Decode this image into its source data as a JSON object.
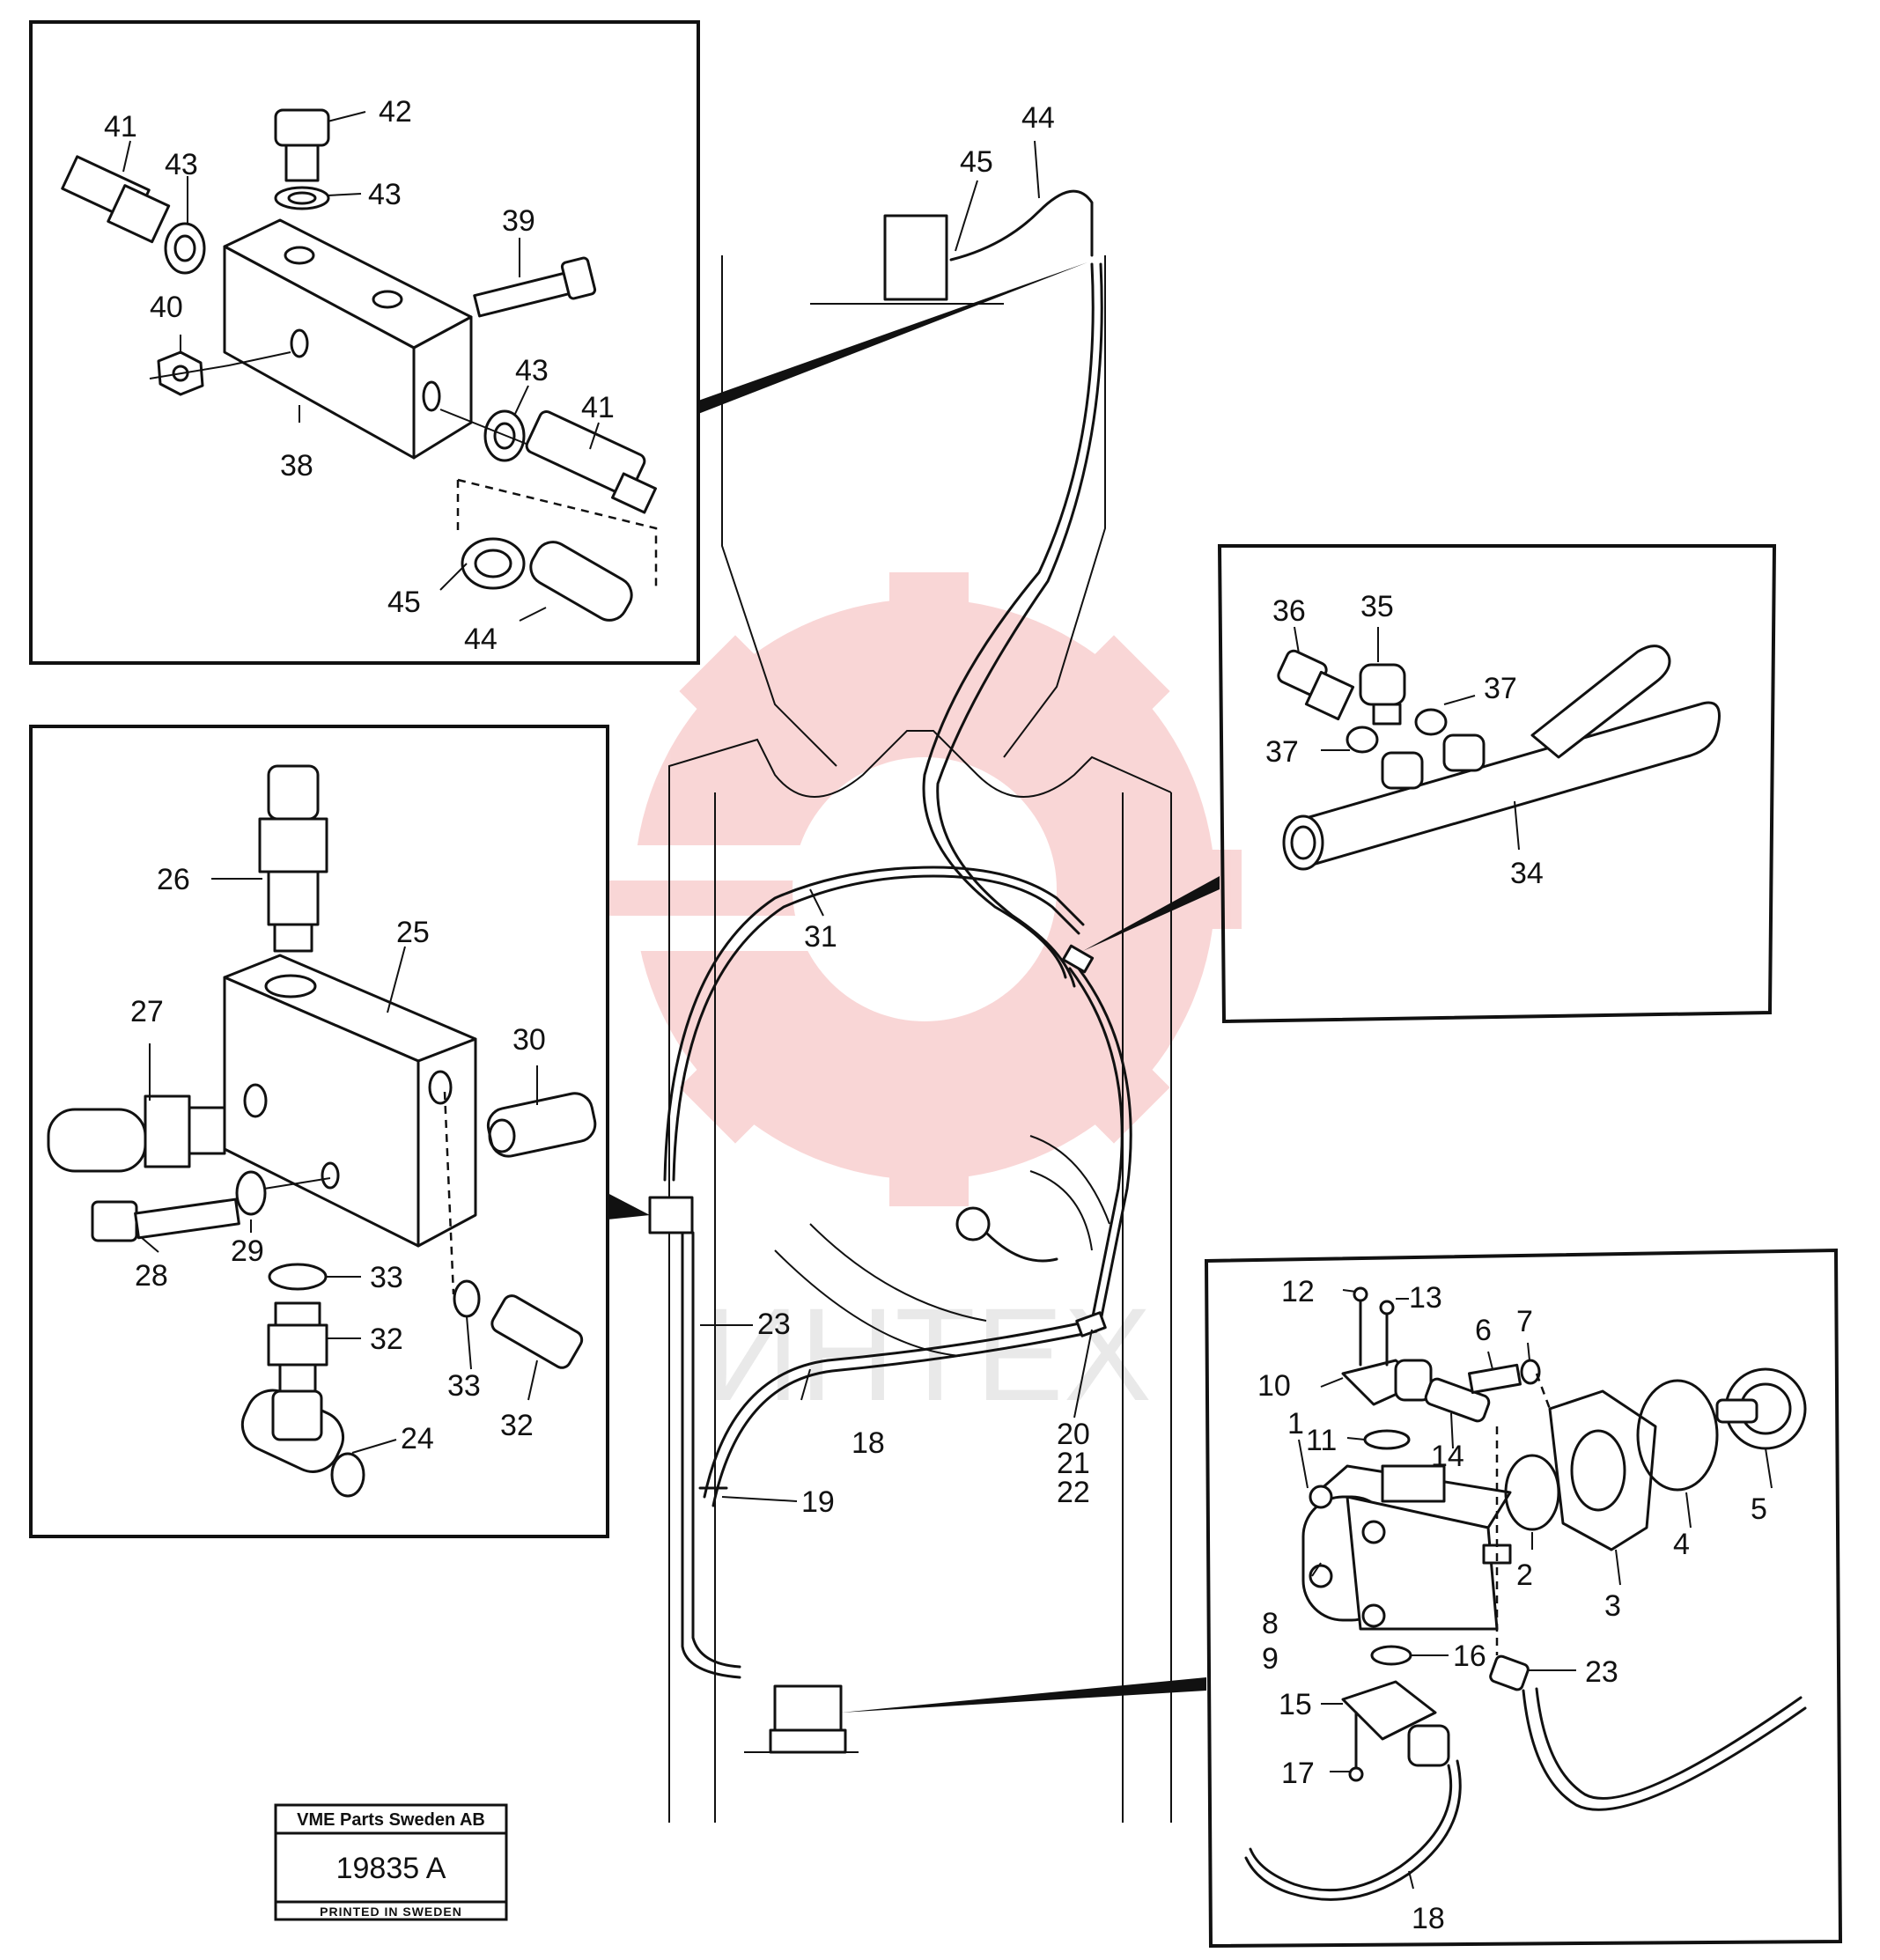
{
  "stamp": {
    "company": "VME Parts Sweden AB",
    "drawing_number": "19835 A",
    "printed_note": "PRINTED IN SWEDEN"
  },
  "watermark": {
    "text": "ИНТЕХ",
    "color": "#f7c9c9"
  },
  "callouts": {
    "c1": "1",
    "c2": "2",
    "c3": "3",
    "c4": "4",
    "c5": "5",
    "c6": "6",
    "c7": "7",
    "c8": "8",
    "c9": "9",
    "c10": "10",
    "c11": "11",
    "c12": "12",
    "c13": "13",
    "c14": "14",
    "c15": "15",
    "c16": "16",
    "c17": "17",
    "c18": "18",
    "c19": "19",
    "c20": "20",
    "c21": "21",
    "c22": "22",
    "c23": "23",
    "c24": "24",
    "c25": "25",
    "c26": "26",
    "c27": "27",
    "c28": "28",
    "c29": "29",
    "c30": "30",
    "c31": "31",
    "c32": "32",
    "c33": "33",
    "c34": "34",
    "c35": "35",
    "c36": "36",
    "c37": "37",
    "c38": "38",
    "c39": "39",
    "c40": "40",
    "c41": "41",
    "c42": "42",
    "c43": "43",
    "c44": "44",
    "c45": "45"
  }
}
